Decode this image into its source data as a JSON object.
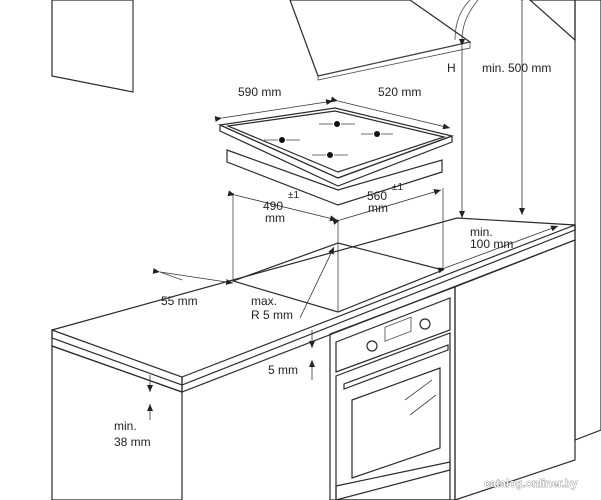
{
  "title": "",
  "labels": {
    "hob_width": "590 mm",
    "hob_depth": "520 mm",
    "cutout_depth_value": "490",
    "cutout_depth_tol": "±1",
    "cutout_depth_unit": "mm",
    "cutout_width_value": "560",
    "cutout_width_tol": "±1",
    "cutout_width_unit": "mm",
    "hood_height_symbol": "H",
    "hood_min": "min. 500 mm",
    "wall_min_line1": "min.",
    "wall_min_line2": "100 mm",
    "front_margin": "55 mm",
    "radius_line1": "max.",
    "radius_line2": "R 5 mm",
    "oven_gap": "5 mm",
    "thickness_line1": "min.",
    "thickness_line2": "38 mm"
  },
  "watermark": "catalog.onliner.by",
  "colors": {
    "cabinet_fill": "#efefef",
    "countertop_fill": "#e6e6e6",
    "wall_fill": "#f4f4f4",
    "hob_glass": "#ffffff",
    "hob_frame": "#cfcfcf",
    "burner": "#111111",
    "oven_fill": "#dcdcdc"
  }
}
